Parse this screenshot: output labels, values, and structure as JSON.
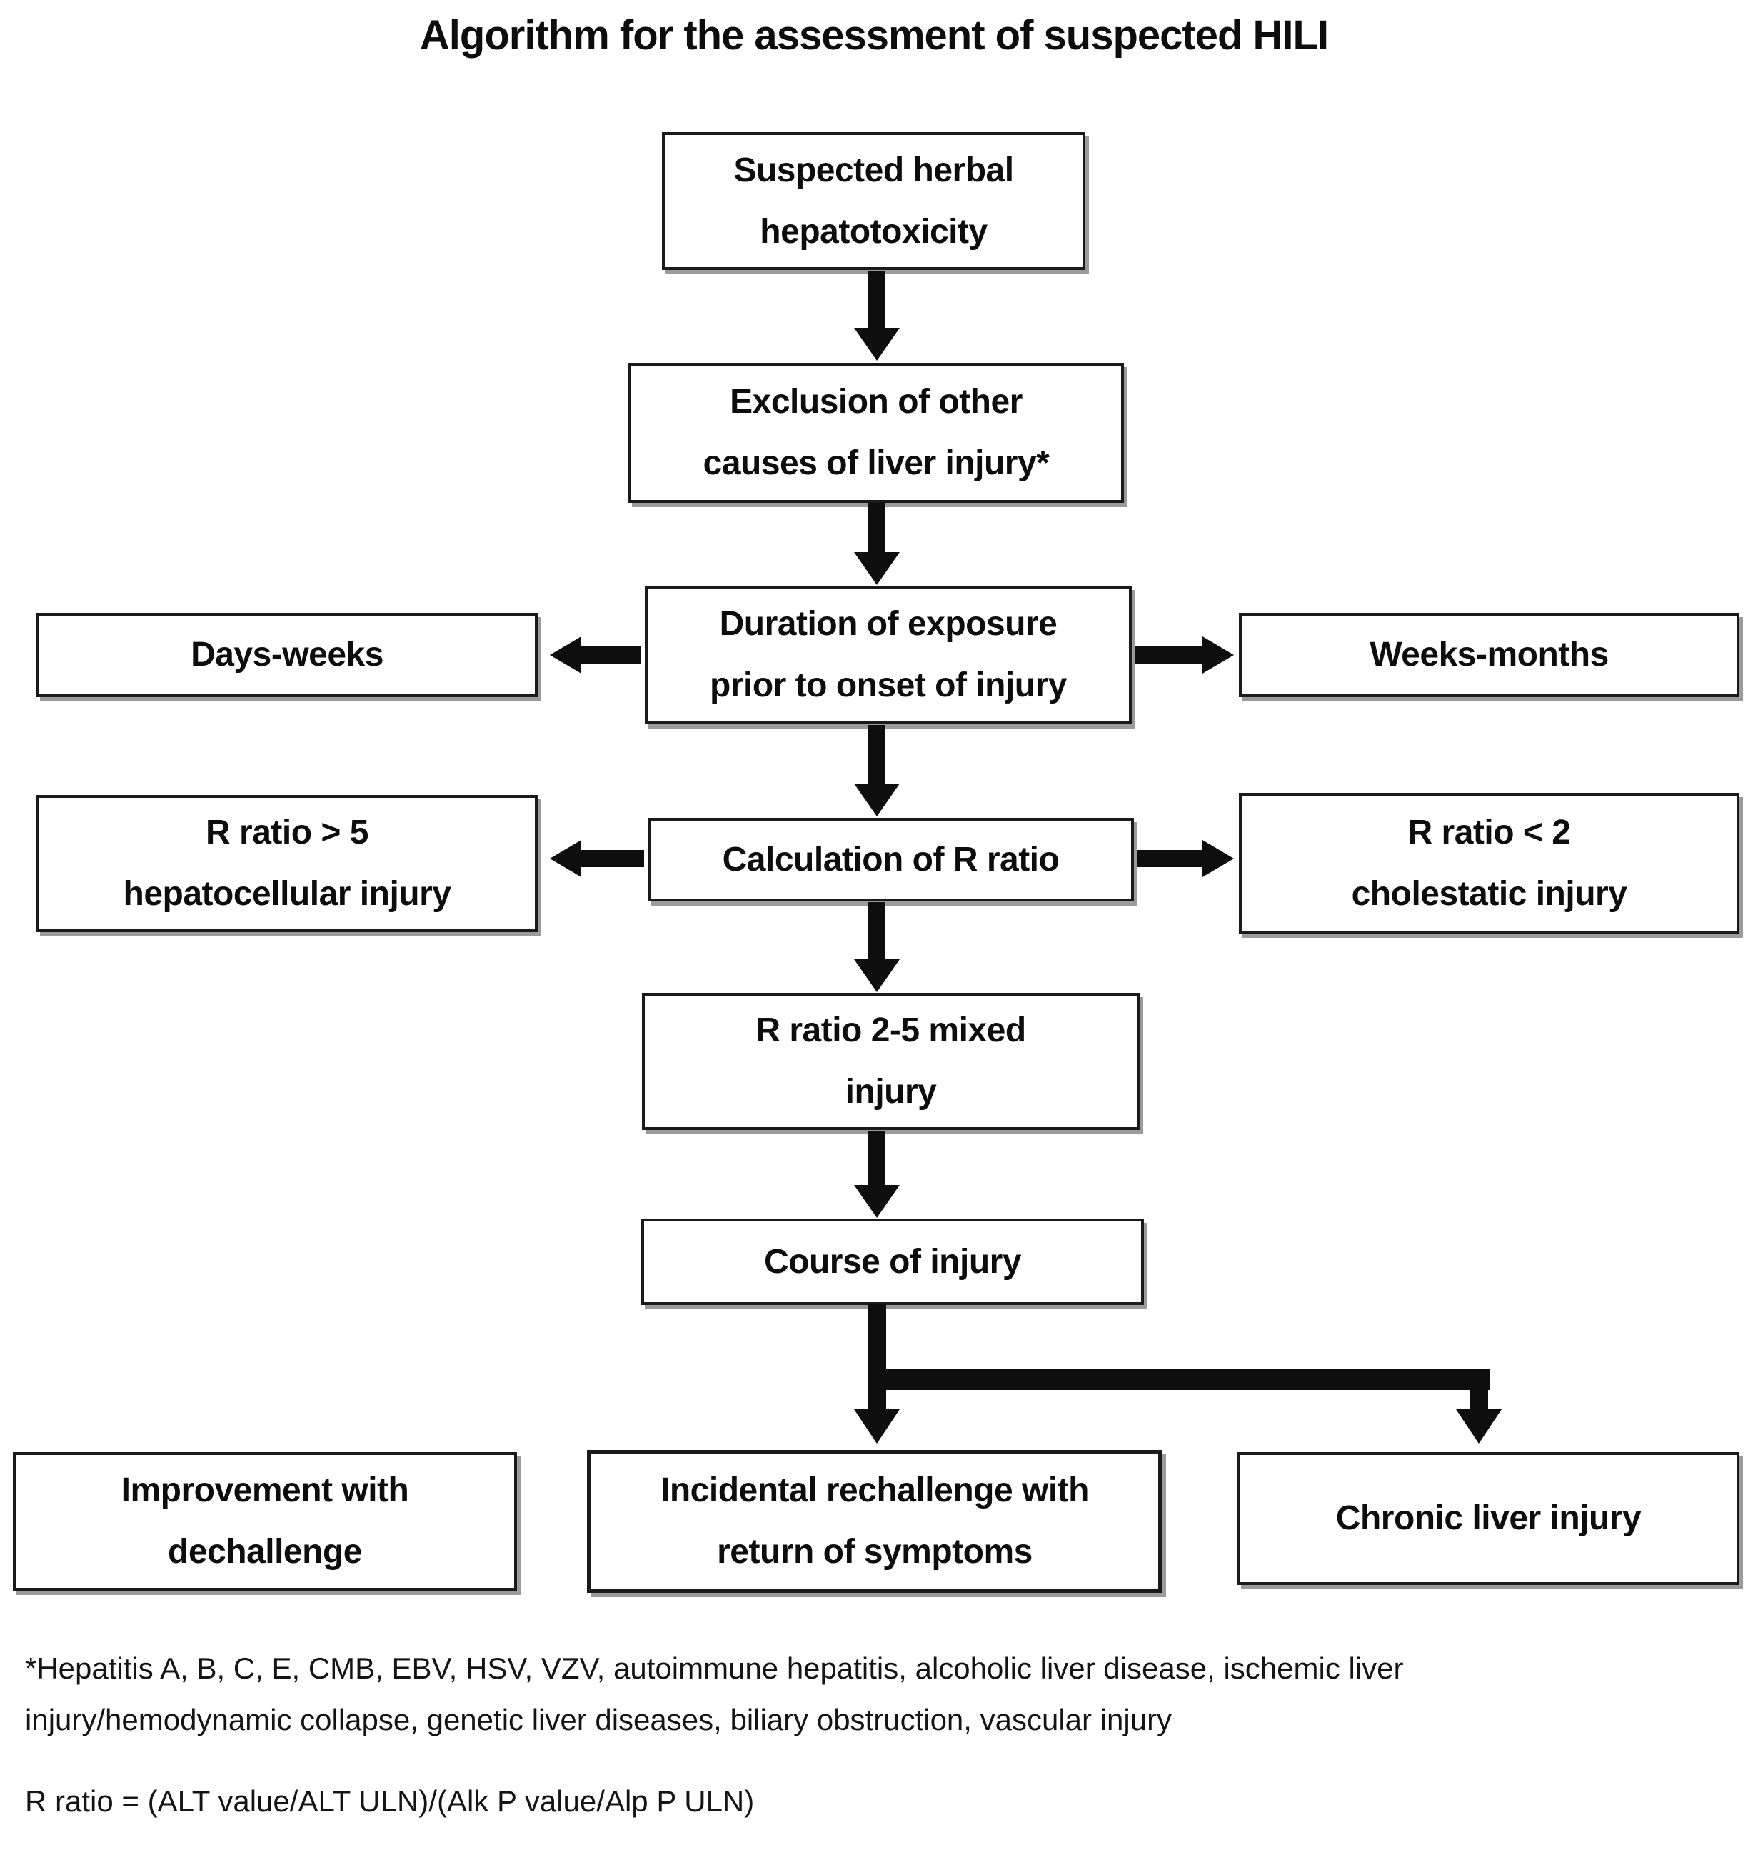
{
  "title": "Algorithm for the assessment of suspected HILI",
  "flowchart": {
    "nodes": {
      "suspected": {
        "lines": [
          "Suspected herbal",
          "hepatotoxicity"
        ]
      },
      "exclusion": {
        "lines": [
          "Exclusion of other",
          "causes of liver injury*"
        ]
      },
      "duration": {
        "lines": [
          "Duration of exposure",
          "prior to onset of injury"
        ]
      },
      "days_weeks": {
        "lines": [
          "Days-weeks"
        ]
      },
      "weeks_months": {
        "lines": [
          "Weeks-months"
        ]
      },
      "r_gt5": {
        "lines": [
          "R ratio > 5",
          "hepatocellular injury"
        ]
      },
      "calculation": {
        "lines": [
          "Calculation of R ratio"
        ]
      },
      "r_lt2": {
        "lines": [
          "R ratio < 2",
          "cholestatic injury"
        ]
      },
      "r_2_5": {
        "lines": [
          "R ratio 2-5 mixed",
          "injury"
        ]
      },
      "course": {
        "lines": [
          "Course of injury"
        ]
      },
      "improvement": {
        "lines": [
          "Improvement with",
          "dechallenge"
        ]
      },
      "rechallenge": {
        "lines": [
          "Incidental rechallenge with",
          "return of symptoms"
        ]
      },
      "chronic": {
        "lines": [
          "Chronic liver injury"
        ]
      }
    }
  },
  "footnotes": {
    "exclusion_note_lines": [
      "*Hepatitis A, B, C, E, CMB, EBV, HSV, VZV, autoimmune hepatitis, alcoholic liver disease, ischemic liver",
      "injury/hemodynamic collapse, genetic liver diseases, biliary obstruction, vascular injury"
    ],
    "r_ratio_formula": "R ratio = (ALT value/ALT ULN)/(Alk P value/Alp P ULN)"
  },
  "colors": {
    "background": "#ffffff",
    "text": "#0d0d0d",
    "box_border": "#1a1a1a",
    "box_shadow": "#9b9b9b",
    "arrow": "#0e0e0e"
  }
}
